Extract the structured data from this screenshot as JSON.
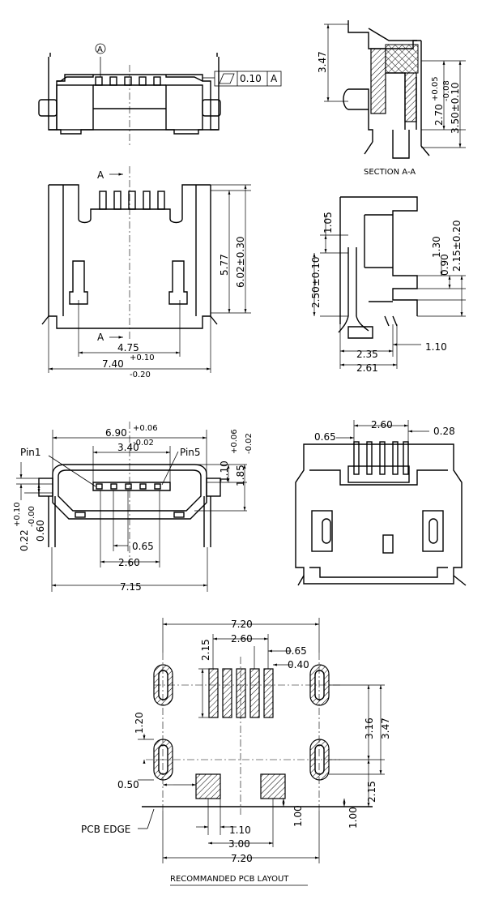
{
  "drawing": {
    "datum": {
      "label": "A"
    },
    "flatness": {
      "value": "0.10",
      "datum": "A"
    },
    "section": {
      "mark": "A",
      "caption": "SECTION A-A"
    },
    "front_view": {
      "width_inner": "4.75",
      "width_outer": "7.40",
      "width_outer_tol_plus": "+0.10",
      "width_outer_tol_minus": "-0.20",
      "height_inner": "5.77",
      "height_outer": "6.02±0.30"
    },
    "section_view": {
      "height": "3.47",
      "dim_a": "2.70",
      "dim_a_tol_plus": "+0.05",
      "dim_a_tol_minus": "-0.08",
      "dim_b": "3.50±0.10"
    },
    "side_view": {
      "dim_1": "1.05",
      "dim_2": "2.50±0.10",
      "dim_3": "1.30",
      "dim_4": "0.90",
      "dim_5": "2.15±0.20",
      "dim_6": "2.35",
      "dim_7": "2.61",
      "dim_8": "1.10"
    },
    "mating_view": {
      "pin1": "Pin1",
      "pin5": "Pin5",
      "width_top": "6.90",
      "width_top_tol_plus": "+0.06",
      "width_top_tol_minus": "-0.02",
      "width_inner": "3.40",
      "height_1": "1.10",
      "height_2": "1.85",
      "height_2_tol_plus": "+0.06",
      "height_2_tol_minus": "-0.02",
      "left_1": "0.22",
      "left_1_tol_plus": "+0.10",
      "left_1_tol_minus": "-0.00",
      "left_2": "0.60",
      "pitch": "0.65",
      "span": "2.60",
      "width_bottom": "7.15"
    },
    "bottom_view": {
      "span": "2.60",
      "left": "0.65",
      "right": "0.28"
    },
    "pcb_layout": {
      "width_top": "7.20",
      "pin_len": "2.15",
      "span": "2.60",
      "pitch": "0.65",
      "pad_w": "0.40",
      "left_slot": "1.20",
      "dim_316": "3.16",
      "dim_347": "3.47",
      "dim_050": "0.50",
      "dim_215b": "2.15",
      "pcb_edge": "PCB EDGE",
      "dim_110": "1.10",
      "dim_100a": "1.00",
      "dim_100b": "1.00",
      "dim_300": "3.00",
      "width_bottom": "7.20",
      "title": "RECOMMANDED PCB LAYOUT"
    }
  }
}
